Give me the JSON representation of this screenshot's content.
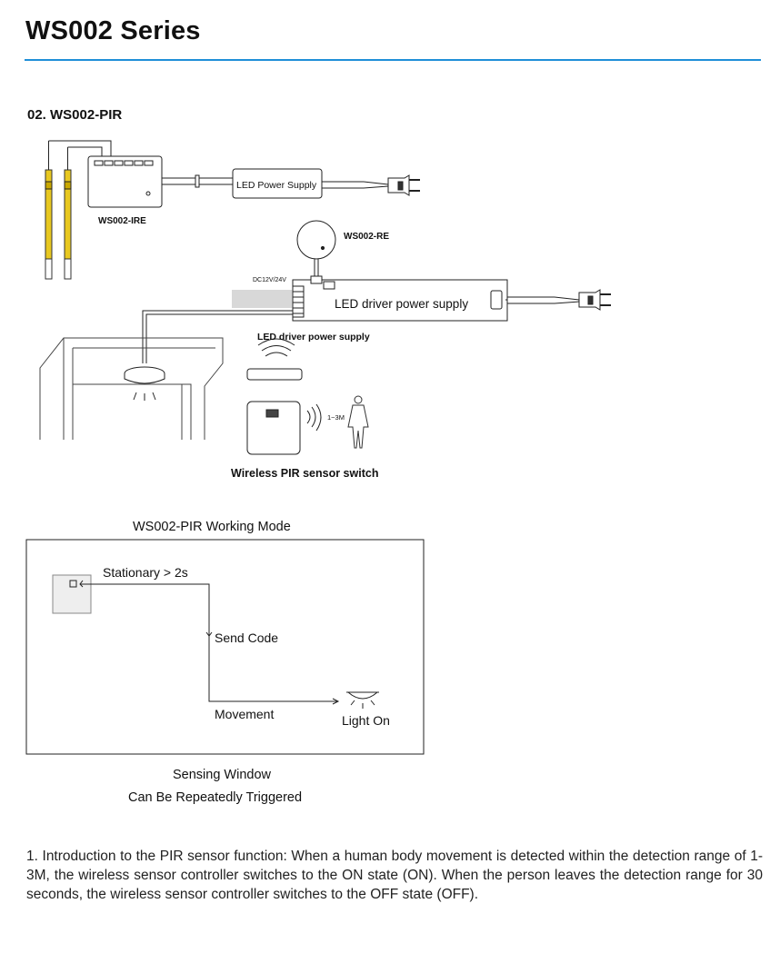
{
  "header": {
    "title": "WS002 Series",
    "accent_color": "#1f8fd8"
  },
  "section": {
    "title": "02. WS002-PIR"
  },
  "wiring": {
    "ire_label": "WS002-IRE",
    "led_power_supply": "LED Power Supply",
    "re_label": "WS002-RE",
    "dc_label": "DC12V/24V",
    "driver_box_label": "LED driver power supply",
    "driver_caption": "LED driver power supply",
    "range_label": "1~3M",
    "pir_caption": "Wireless PIR sensor switch"
  },
  "working_mode": {
    "title": "WS002-PIR Working Mode",
    "stationary": "Stationary > 2s",
    "send_code": "Send Code",
    "movement": "Movement",
    "light_on": "Light On",
    "window_line1": "Sensing Window",
    "window_line2": "Can Be Repeatedly Triggered"
  },
  "intro": {
    "text": "1. Introduction to the PIR sensor function: When a human body movement is detected within the detection range of 1-3M, the wireless sensor controller switches to the ON state (ON). When the person leaves the detection range for 30 seconds, the wireless sensor controller switches to the OFF state (OFF)."
  }
}
